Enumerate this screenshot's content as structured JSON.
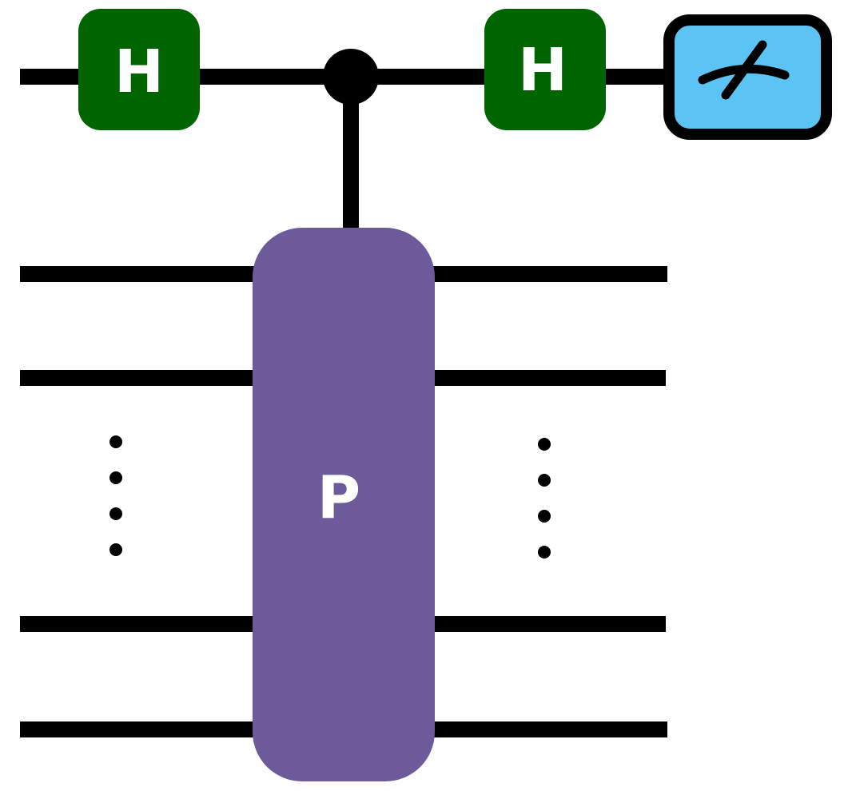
{
  "diagram": {
    "hadamard_gate_1": {
      "label": "H",
      "color": "#006400",
      "label_color": "#ffffff"
    },
    "hadamard_gate_2": {
      "label": "H",
      "color": "#006400",
      "label_color": "#ffffff"
    },
    "controlled_gate": {
      "label": "P",
      "color": "#6c5a9a",
      "label_color": "#ffffff"
    },
    "measurement_gate": {
      "icon": "meter-icon",
      "color": "#5bc4f5",
      "border_color": "#000000"
    },
    "wire_color": "#000000",
    "control_dot_color": "#000000",
    "ellipsis_left": {
      "glyph": "⋮"
    },
    "ellipsis_right": {
      "glyph": "⋮"
    }
  }
}
